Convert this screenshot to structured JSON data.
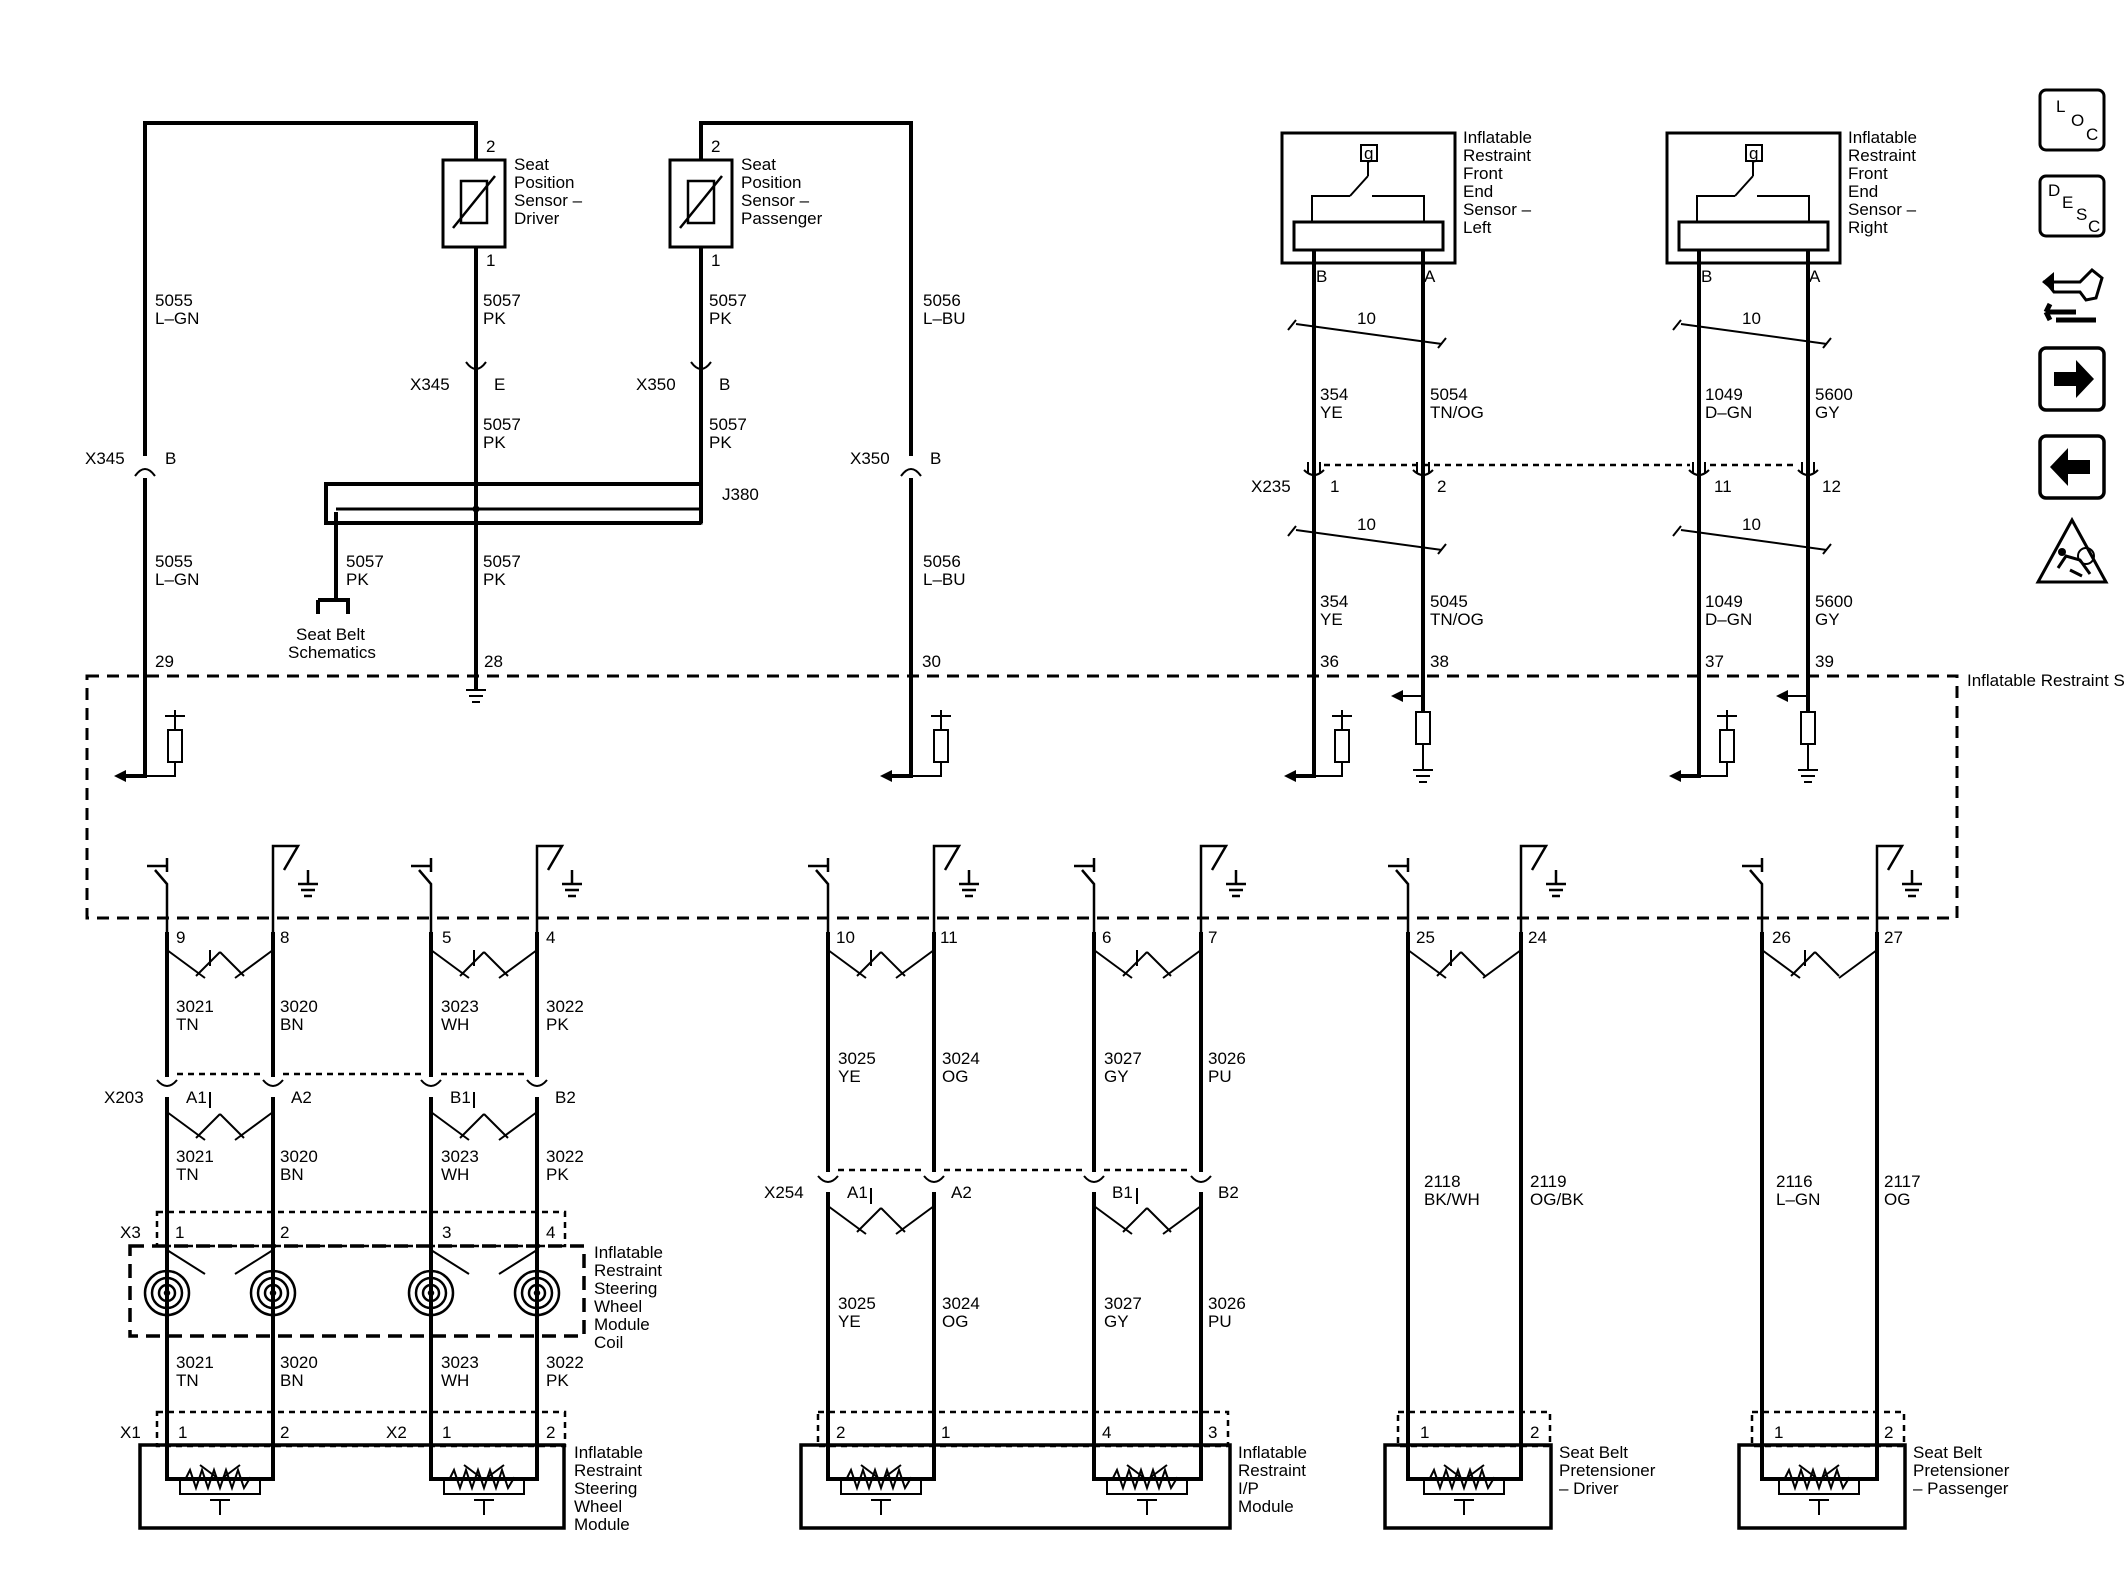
{
  "components": {
    "sensor_driver": "Seat Position Sensor – Driver",
    "sensor_passenger": "Seat Position Sensor – Passenger",
    "front_left": "Inflatable Restraint Front End Sensor – Left",
    "front_right": "Inflatable Restraint Front End Sensor – Right",
    "sdm": "Inflatable Restraint Sensing and Diagnostic Module (SDM)",
    "seat_belt_schematics": "Seat Belt Schematics",
    "sw_coil": "Inflatable Restraint Steering Wheel Module Coil",
    "sw_module": "Inflatable Restraint Steering Wheel Module",
    "ip_module": "Inflatable Restraint I/P Module",
    "pret_driver": "Seat Belt Pretensioner – Driver",
    "pret_passenger": "Seat Belt Pretensioner – Passenger"
  },
  "connectors": {
    "x345": "X345",
    "x350": "X350",
    "j380": "J380",
    "x235": "X235",
    "x203": "X203",
    "x254": "X254",
    "x3": "X3",
    "x1": "X1",
    "x2": "X2",
    "sensor_g": "g"
  },
  "wires": {
    "w5055": "5055",
    "l_gn": "L–GN",
    "w5057": "5057",
    "pk": "PK",
    "w5056": "5056",
    "l_bu": "L–BU",
    "w354": "354",
    "ye": "YE",
    "w5054": "5054",
    "tn_og": "TN/OG",
    "w5045": "5045",
    "w1049": "1049",
    "d_gn": "D–GN",
    "w5600": "5600",
    "gy": "GY",
    "twist": "10",
    "w3021": "3021",
    "tn": "TN",
    "w3020": "3020",
    "bn": "BN",
    "w3023": "3023",
    "wh": "WH",
    "w3022": "3022",
    "w3025": "3025",
    "w3024": "3024",
    "og": "OG",
    "w3027": "3027",
    "w3026": "3026",
    "pu": "PU",
    "w2118": "2118",
    "bk_wh": "BK/WH",
    "w2119": "2119",
    "og_bk": "OG/BK",
    "w2116": "2116",
    "w2117": "2117"
  },
  "pins": {
    "p1": "1",
    "p2": "2",
    "p3": "3",
    "p4": "4",
    "p5": "5",
    "p6": "6",
    "p7": "7",
    "p8": "8",
    "p9": "9",
    "p10": "10",
    "p11": "11",
    "p12": "12",
    "p24": "24",
    "p25": "25",
    "p26": "26",
    "p27": "27",
    "p28": "28",
    "p29": "29",
    "p30": "30",
    "p36": "36",
    "p37": "37",
    "p38": "38",
    "p39": "39",
    "A": "A",
    "B": "B",
    "E": "E",
    "A1": "A1",
    "A2": "A2",
    "B1": "B1",
    "B2": "B2"
  },
  "nav": {
    "loc": [
      "L",
      "O",
      "C"
    ],
    "desc": [
      "D",
      "E",
      "S",
      "C"
    ],
    "icons": [
      "diagnostic-hands-icon",
      "arrow-right-icon",
      "arrow-left-icon",
      "airbag-warning-icon"
    ]
  }
}
